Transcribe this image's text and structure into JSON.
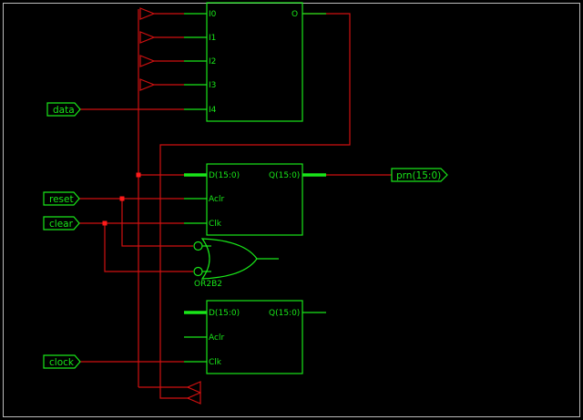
{
  "colors": {
    "background": "#000000",
    "border": "#bdbdbd",
    "wire": "#d01010",
    "junction": "#ff1a1a",
    "component": "#19e619",
    "text": "#19e619"
  },
  "ports": {
    "data": "data",
    "reset": "reset",
    "clear": "clear",
    "clock": "clock",
    "prn": "prn(15:0)"
  },
  "mux": {
    "inputs": [
      "I0",
      "I1",
      "I2",
      "I3",
      "I4"
    ],
    "output": "O"
  },
  "register1": {
    "d": "D(15:0)",
    "q": "Q(15:0)",
    "aclr": "Aclr",
    "clk": "Clk"
  },
  "register2": {
    "d": "D(15:0)",
    "q": "Q(15:0)",
    "aclr": "Aclr",
    "clk": "Clk"
  },
  "gate": {
    "label": "OR2B2"
  }
}
